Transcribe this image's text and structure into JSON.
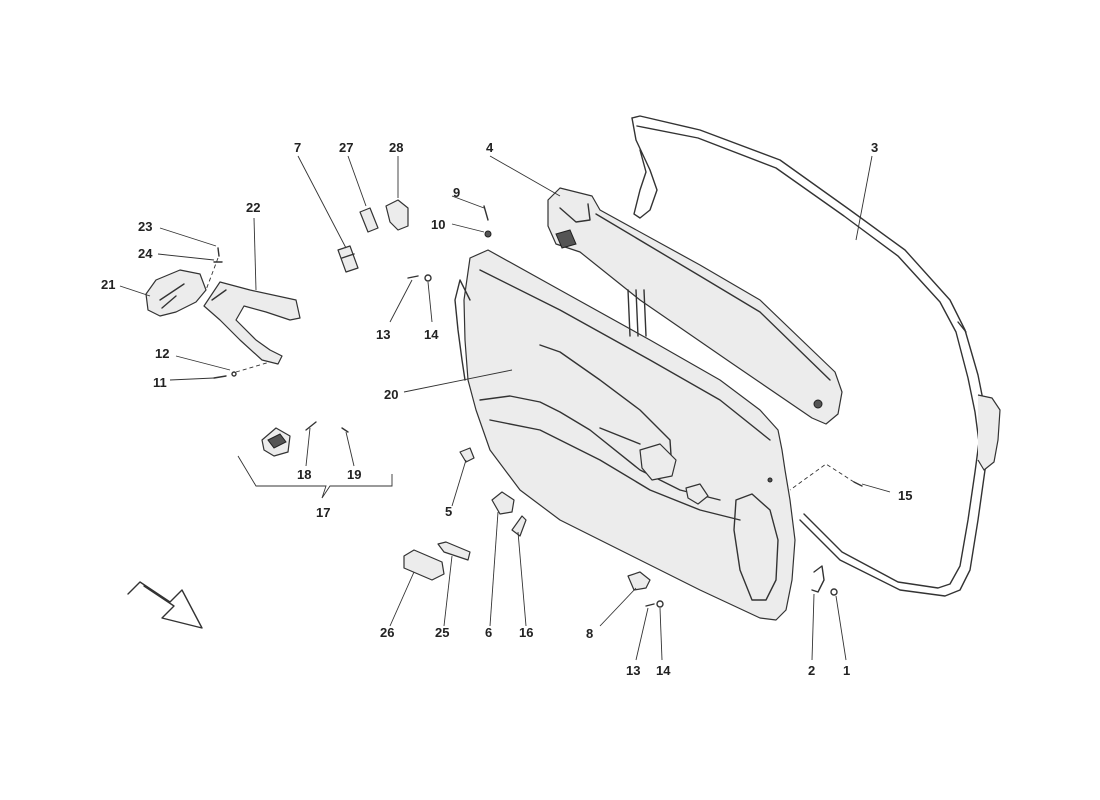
{
  "callouts": {
    "c1": "1",
    "c2": "2",
    "c3": "3",
    "c4": "4",
    "c5": "5",
    "c6": "6",
    "c7": "7",
    "c8": "8",
    "c9": "9",
    "c10": "10",
    "c11": "11",
    "c12": "12",
    "c13a": "13",
    "c13b": "13",
    "c14a": "14",
    "c14b": "14",
    "c15": "15",
    "c16": "16",
    "c17": "17",
    "c18": "18",
    "c19": "19",
    "c20": "20",
    "c21": "21",
    "c22": "22",
    "c23": "23",
    "c24": "24",
    "c25": "25",
    "c26": "26",
    "c27": "27",
    "c28": "28"
  },
  "icons": {
    "direction_arrow": "direction-arrow-icon"
  }
}
